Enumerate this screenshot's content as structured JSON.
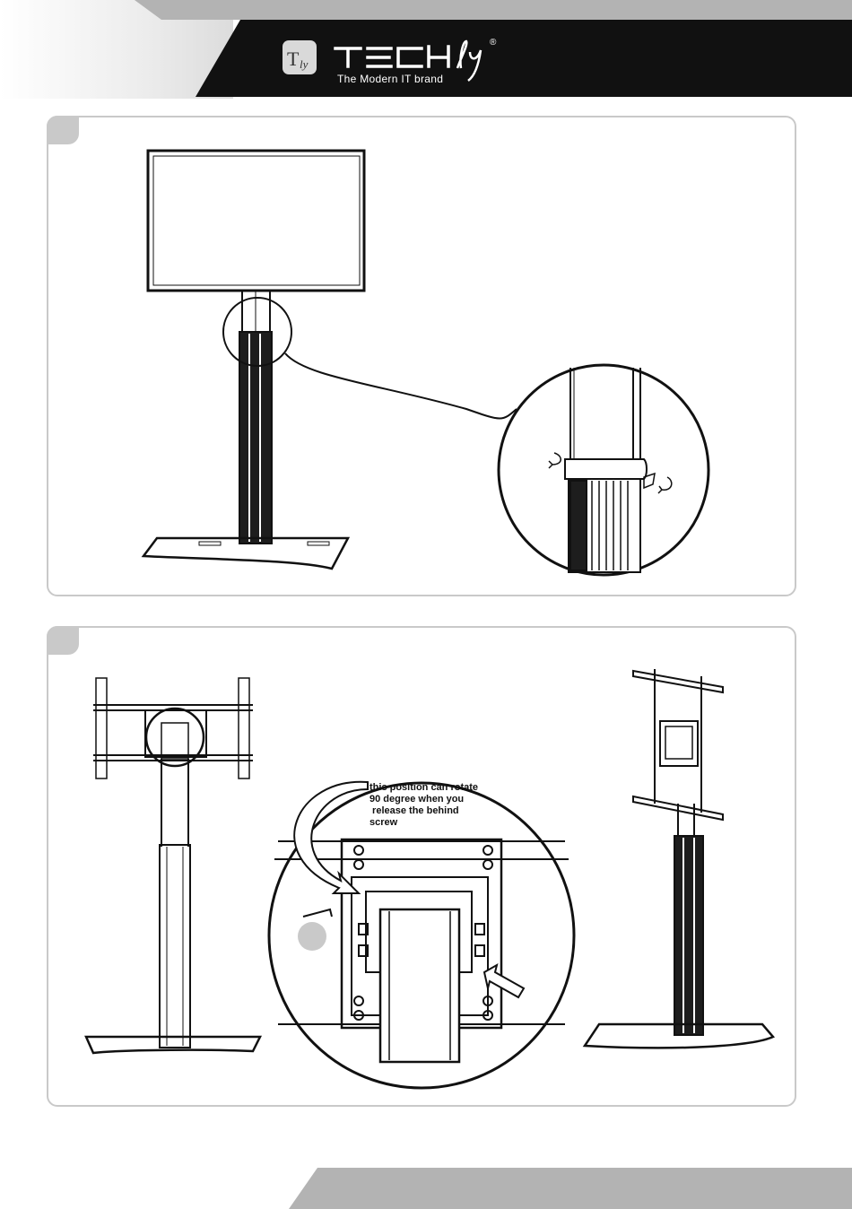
{
  "header": {
    "brand_name": "TECHly",
    "tagline": "The Modern IT brand",
    "registered_mark": "®",
    "logo_monogram": "Tly",
    "colors": {
      "bar": "#111111",
      "footer_bar": "#b3b3b3",
      "panel_border": "#c9c9c9"
    }
  },
  "step1": {
    "badge_label": "",
    "rotate_icons": [
      "rotate-arrow-icon",
      "rotate-arrow-icon"
    ]
  },
  "step2": {
    "badge_label": "",
    "note_lines": [
      "this position can rotate",
      "90 degree when you",
      " release the behind",
      "screw"
    ]
  }
}
